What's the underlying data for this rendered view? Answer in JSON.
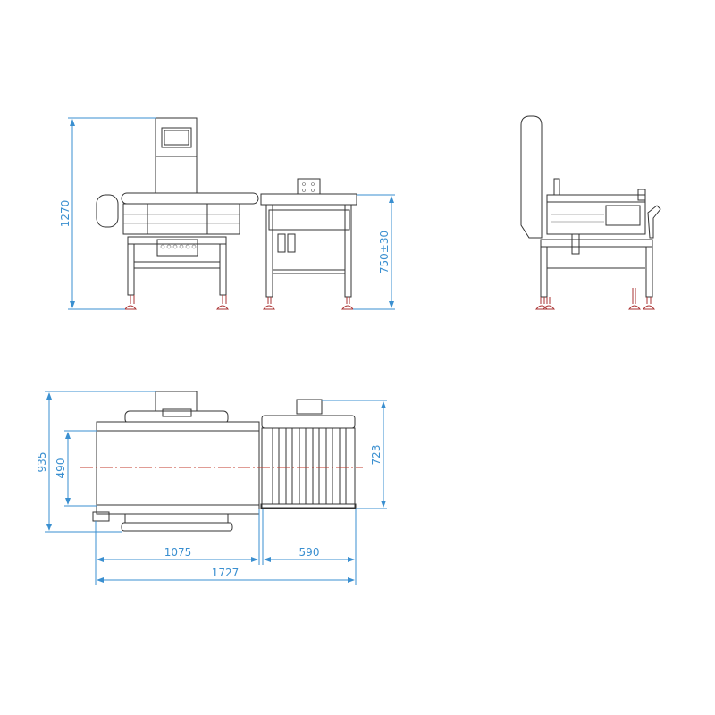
{
  "drawing": {
    "views": [
      "front-view",
      "side-view",
      "top-view"
    ],
    "colors": {
      "dimension": "#3a8fd0",
      "centerline": "#c0392b",
      "outline": "#333333",
      "feet": "#aa3333"
    },
    "dimensions": {
      "overall_height": "1270",
      "conveyor_height": "750±30",
      "overall_width": "935",
      "belt_width": "490",
      "reject_width": "723",
      "checkweigher_length": "1075",
      "reject_length": "590",
      "overall_length": "1727"
    }
  }
}
